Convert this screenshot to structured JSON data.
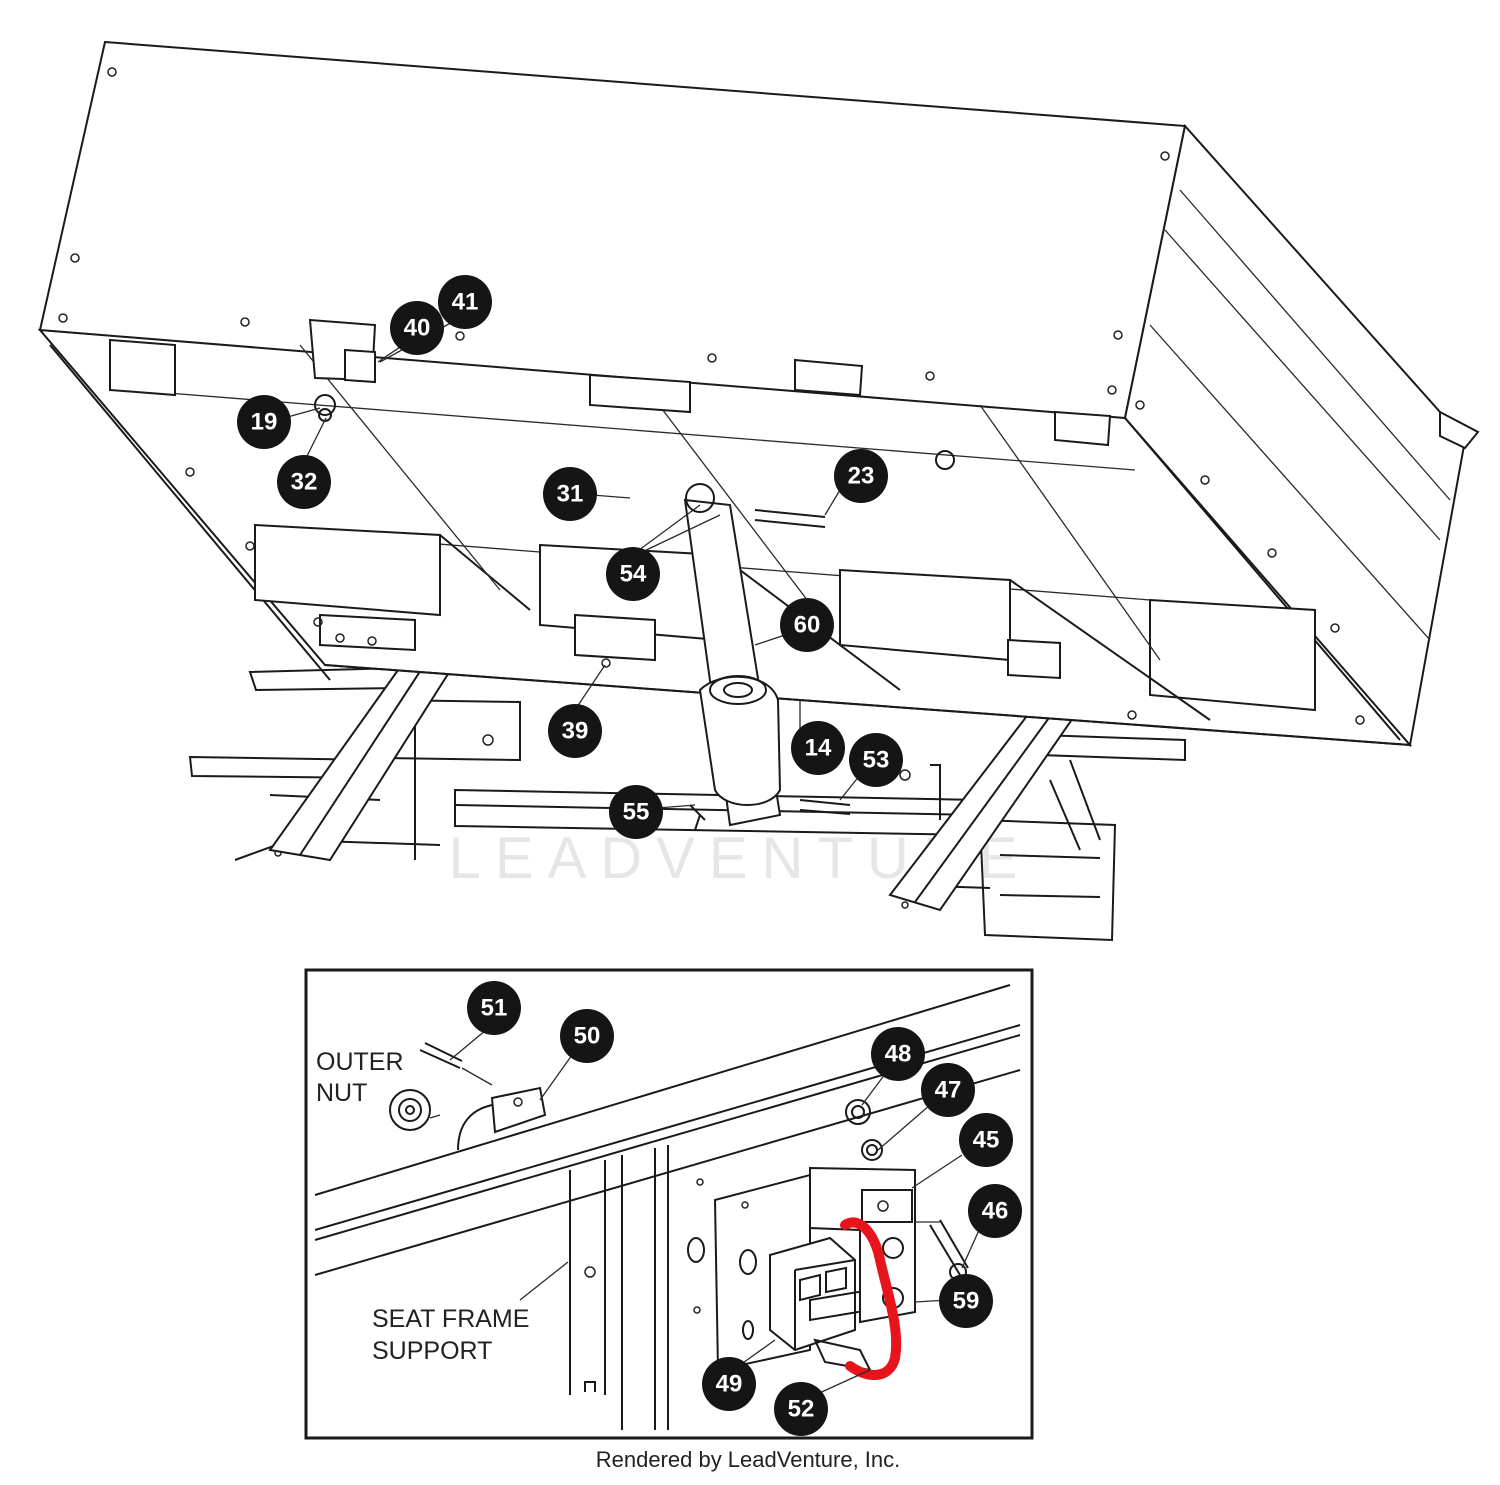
{
  "callouts": [
    {
      "id": "c41",
      "label": "41"
    },
    {
      "id": "c40",
      "label": "40"
    },
    {
      "id": "c19",
      "label": "19"
    },
    {
      "id": "c32",
      "label": "32"
    },
    {
      "id": "c31",
      "label": "31"
    },
    {
      "id": "c23",
      "label": "23"
    },
    {
      "id": "c54",
      "label": "54"
    },
    {
      "id": "c60",
      "label": "60"
    },
    {
      "id": "c39",
      "label": "39"
    },
    {
      "id": "c14",
      "label": "14"
    },
    {
      "id": "c53",
      "label": "53"
    },
    {
      "id": "c55",
      "label": "55"
    },
    {
      "id": "c51",
      "label": "51"
    },
    {
      "id": "c50",
      "label": "50"
    },
    {
      "id": "c48",
      "label": "48"
    },
    {
      "id": "c47",
      "label": "47"
    },
    {
      "id": "c45",
      "label": "45"
    },
    {
      "id": "c46",
      "label": "46"
    },
    {
      "id": "c59",
      "label": "59"
    },
    {
      "id": "c49",
      "label": "49"
    },
    {
      "id": "c52",
      "label": "52"
    }
  ],
  "labels": {
    "outer_nut_line1": "OUTER",
    "outer_nut_line2": "NUT",
    "seat_frame_line1": "SEAT FRAME",
    "seat_frame_line2": "SUPPORT"
  },
  "watermark": "LEADVENTURE",
  "credit": "Rendered by LeadVenture, Inc.",
  "colors": {
    "ink": "#1a1a1a",
    "callout_fill": "#151515",
    "highlight_wire": "#e8141c"
  }
}
